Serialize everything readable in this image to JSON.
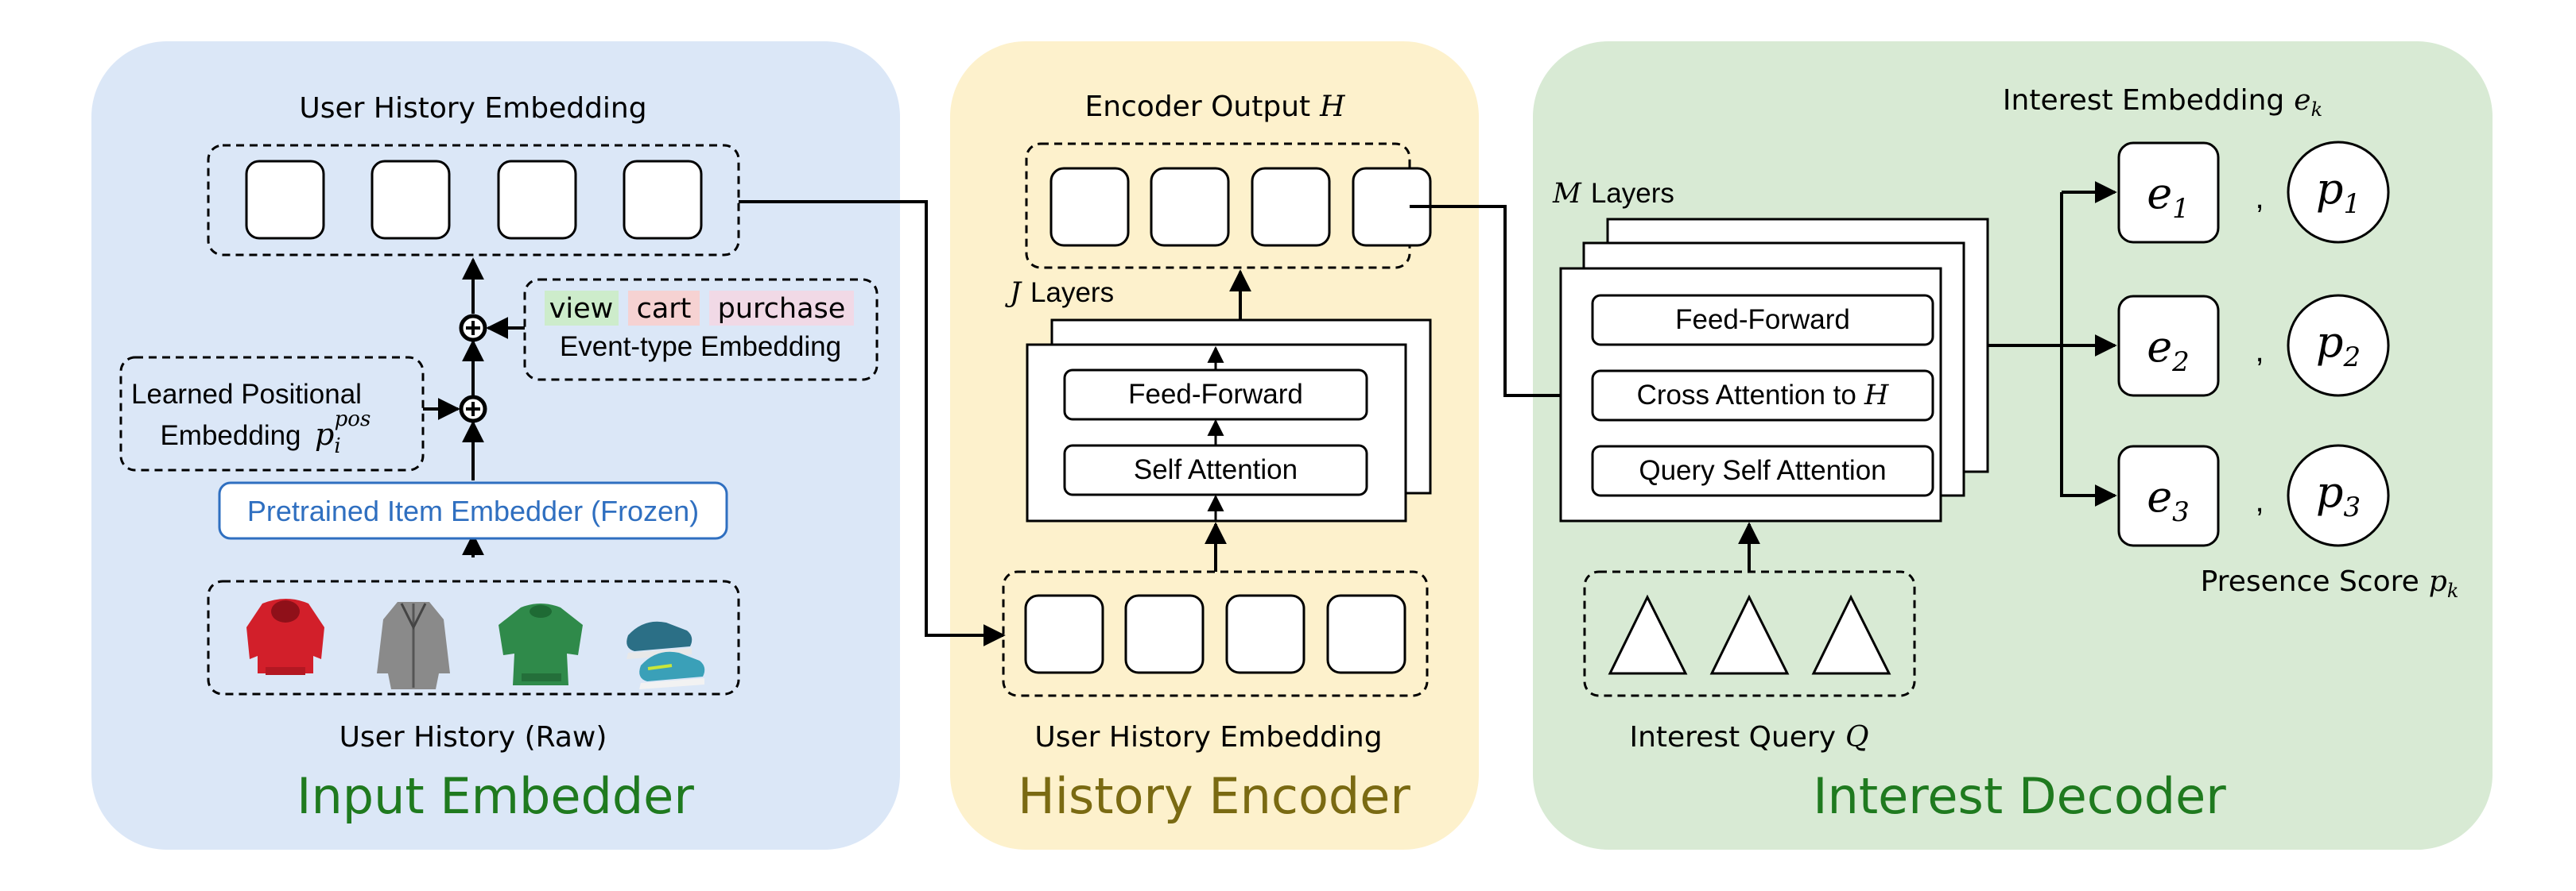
{
  "input_embedder": {
    "title": "Input Embedder",
    "history_embedding_label": "User History Embedding",
    "raw_label": "User History (Raw)",
    "item_embedder_label": "Pretrained Item Embedder (Frozen)",
    "positional_line1": "Learned Positional",
    "positional_line2": "Embedding",
    "positional_symbol": "p",
    "positional_sub": "i",
    "positional_sup": "pos",
    "event_tags": [
      "view",
      "cart",
      "purchase"
    ],
    "event_label": "Event-type Embedding",
    "raw_items": [
      "red-hoodie-image",
      "gray-coat-image",
      "green-sweater-image",
      "sneakers-image"
    ]
  },
  "history_encoder": {
    "title": "History Encoder",
    "output_label": "Encoder Output",
    "output_symbol": "H",
    "layers_symbol": "J",
    "layers_label": "Layers",
    "ff_label": "Feed-Forward",
    "sa_label": "Self Attention",
    "input_label": "User History Embedding"
  },
  "interest_decoder": {
    "title": "Interest Decoder",
    "layers_symbol": "M",
    "layers_label": "Layers",
    "ff_label": "Feed-Forward",
    "ca_label": "Cross Attention to",
    "ca_symbol": "H",
    "qsa_label": "Query Self Attention",
    "query_label": "Interest Query",
    "query_symbol": "Q",
    "embedding_label": "Interest Embedding",
    "embedding_symbol": "e",
    "embedding_sub": "k",
    "presence_label": "Presence Score",
    "presence_symbol": "p",
    "presence_sub": "k",
    "outputs": [
      {
        "e": "e",
        "e_sub": "1",
        "sep": ",",
        "p": "p",
        "p_sub": "1"
      },
      {
        "e": "e",
        "e_sub": "2",
        "sep": ",",
        "p": "p",
        "p_sub": "2"
      },
      {
        "e": "e",
        "e_sub": "3",
        "sep": ",",
        "p": "p",
        "p_sub": "3"
      }
    ]
  },
  "colors": {
    "input_panel": "#dbe7f7",
    "encoder_panel": "#fdf1cc",
    "decoder_panel": "#d8ead4",
    "input_title": "#1f7a1f",
    "encoder_title": "#7a6a12",
    "decoder_title": "#1f7a1f",
    "embedder_text": "#2f6fc0",
    "tag_view": "#cdeccb",
    "tag_cart": "#f6d2d2",
    "tag_purchase": "#f1d9e6"
  }
}
